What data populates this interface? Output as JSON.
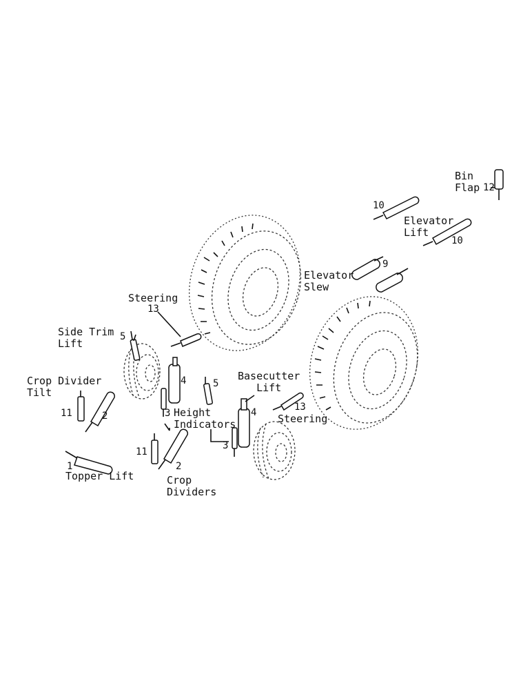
{
  "labels": {
    "bin_flap": "Bin\nFlap",
    "elevator_lift": "Elevator\nLift",
    "elevator_slew": "Elevator\nSlew",
    "steering_upper": "Steering",
    "steering_lower": "Steering",
    "side_trim_lift": "Side Trim\nLift",
    "crop_divider_tilt": "Crop Divider\nTilt",
    "basecutter_lift": "Basecutter\nLift",
    "height_indicators": "Height\nIndicators",
    "topper_lift": "Topper Lift",
    "crop_dividers": "Crop\nDividers"
  },
  "callouts": {
    "n12": "12",
    "n10a": "10",
    "n10b": "10",
    "n9": "9",
    "n13a": "13",
    "n13b": "13",
    "n5a": "5",
    "n5b": "5",
    "n4a": "4",
    "n4b": "4",
    "n3a": "3",
    "n3b": "3",
    "n11a": "11",
    "n11b": "11",
    "n2a": "2",
    "n2b": "2",
    "n1": "1"
  }
}
